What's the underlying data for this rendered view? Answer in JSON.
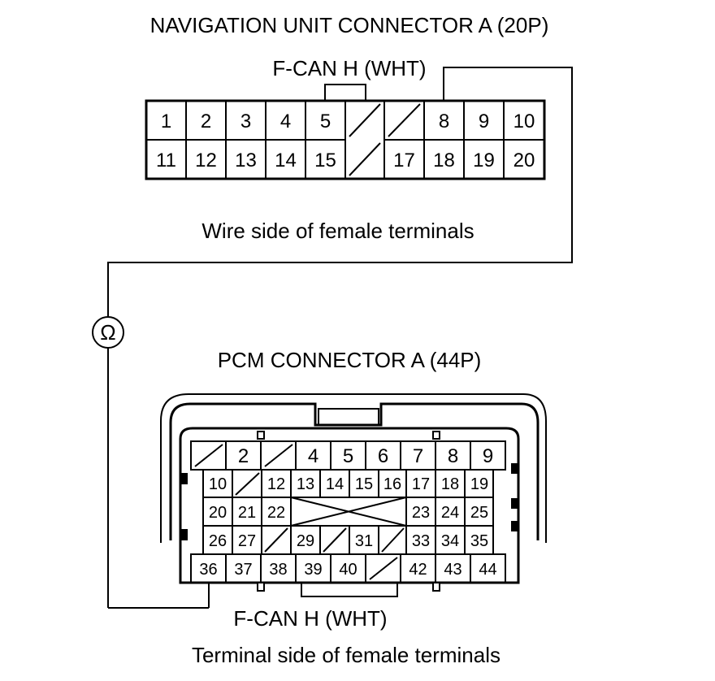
{
  "nav_connector": {
    "title": "NAVIGATION UNIT CONNECTOR A (20P)",
    "wire_label": "F-CAN H (WHT)",
    "side_label": "Wire side of female terminals",
    "row1": [
      "1",
      "2",
      "3",
      "4",
      "5",
      "",
      "",
      "8",
      "9",
      "10"
    ],
    "row2": [
      "11",
      "12",
      "13",
      "14",
      "15",
      "",
      "17",
      "18",
      "19",
      "20"
    ]
  },
  "meter_symbol": "Ω",
  "pcm_connector": {
    "title": "PCM CONNECTOR A (44P)",
    "wire_label": "F-CAN H (WHT)",
    "side_label": "Terminal side of female terminals",
    "row1": [
      "",
      "2",
      "",
      "4",
      "5",
      "6",
      "7",
      "8",
      "9"
    ],
    "row2": [
      "10",
      "",
      "12",
      "13",
      "14",
      "15",
      "16",
      "17",
      "18",
      "19"
    ],
    "row3": [
      "20",
      "21",
      "22",
      "",
      "23",
      "24",
      "25"
    ],
    "row4": [
      "26",
      "27",
      "",
      "29",
      "",
      "31",
      "",
      "33",
      "34",
      "35"
    ],
    "row5": [
      "36",
      "37",
      "38",
      "39",
      "40",
      "",
      "42",
      "43",
      "44"
    ]
  }
}
